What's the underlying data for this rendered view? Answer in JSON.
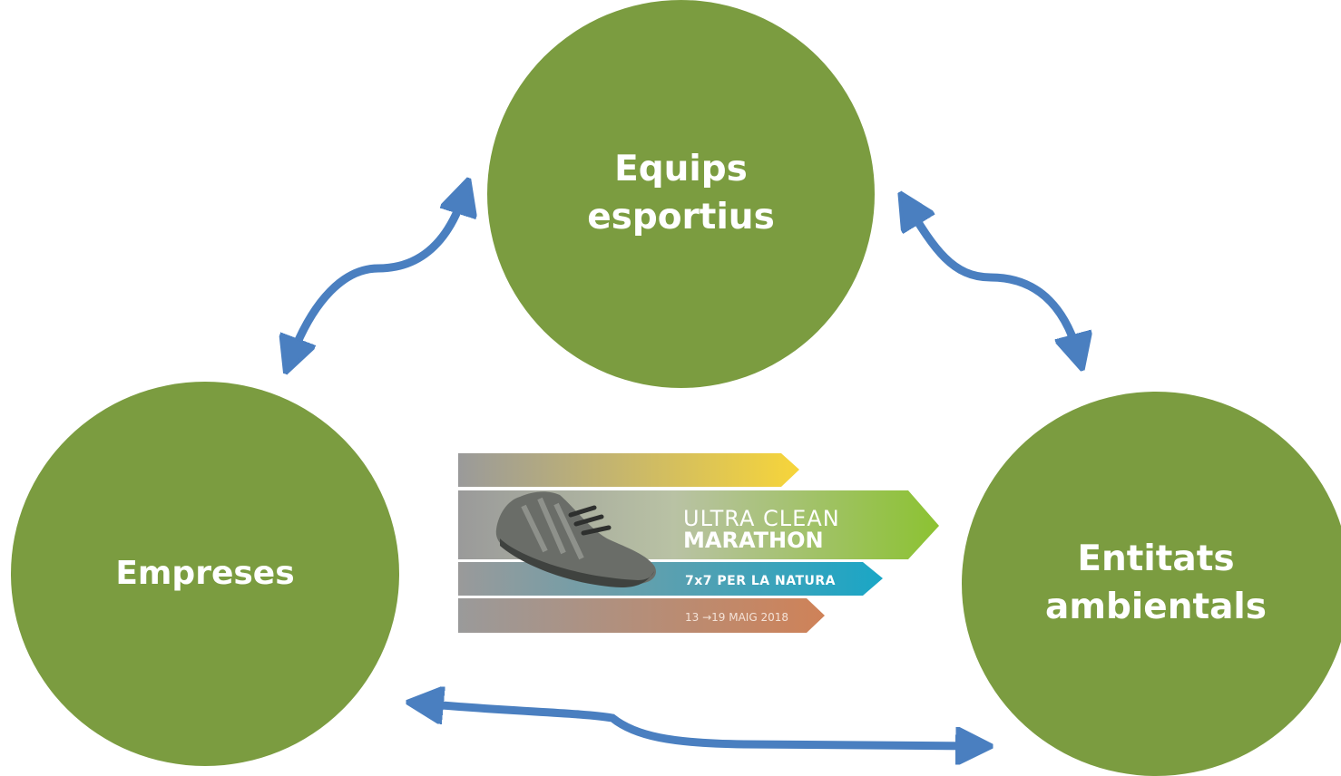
{
  "diagram": {
    "nodes": {
      "top": {
        "line1": "Equips",
        "line2": "esportius"
      },
      "left": {
        "label": "Empreses"
      },
      "right": {
        "line1": "Entitats",
        "line2": "ambientals"
      }
    },
    "logo": {
      "line1": "ULTRA CLEAN",
      "line2": "MARATHON",
      "line3": "7x7 PER LA NATURA",
      "line4": "13 →19 MAIG 2018"
    }
  },
  "colors": {
    "node_fill": "#7b9c40",
    "arrow": "#4a7fc0",
    "node_text": "#ffffff"
  }
}
